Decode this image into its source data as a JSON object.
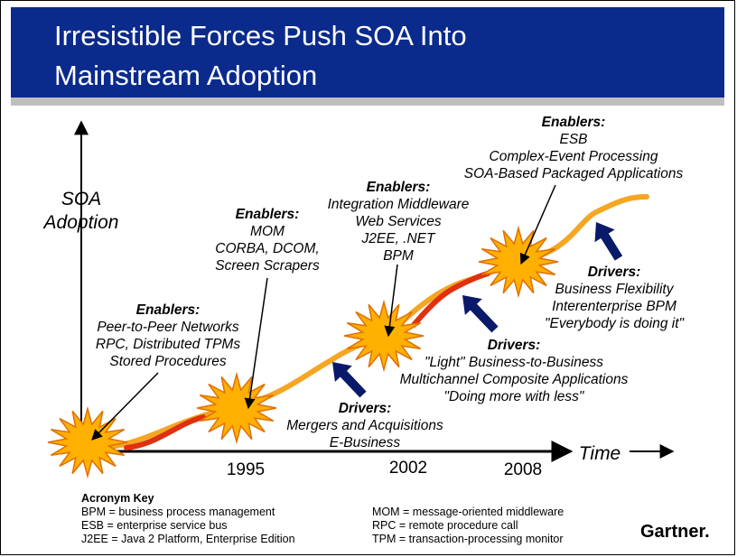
{
  "title": {
    "line1": "Irresistible Forces Push SOA Into",
    "line2": "Mainstream Adoption"
  },
  "axes": {
    "y_label_line1": "SOA",
    "y_label_line2": "Adoption",
    "x_label": "Time"
  },
  "years": [
    "1995",
    "2002",
    "2008"
  ],
  "enablers": [
    {
      "heading": "Enablers:",
      "lines": [
        "Peer-to-Peer Networks",
        "RPC, Distributed TPMs",
        "Stored Procedures"
      ]
    },
    {
      "heading": "Enablers:",
      "lines": [
        "MOM",
        "CORBA, DCOM,",
        "Screen Scrapers"
      ]
    },
    {
      "heading": "Enablers:",
      "lines": [
        "Integration Middleware",
        "Web Services",
        "J2EE, .NET",
        "BPM"
      ]
    },
    {
      "heading": "Enablers:",
      "lines": [
        "ESB",
        "Complex-Event Processing",
        "SOA-Based Packaged Applications"
      ]
    }
  ],
  "drivers": [
    {
      "heading": "Drivers:",
      "lines": [
        "Mergers and Acquisitions",
        "E-Business"
      ]
    },
    {
      "heading": "Drivers:",
      "lines": [
        "\"Light\" Business-to-Business",
        "Multichannel Composite Applications",
        "\"Doing more with less\""
      ]
    },
    {
      "heading": "Drivers:",
      "lines": [
        "Business Flexibility",
        "Interenterprise BPM",
        "\"Everybody is doing it\""
      ]
    }
  ],
  "acronym_key": {
    "title": "Acronym Key",
    "left": [
      "BPM = business process management",
      "ESB = enterprise service bus",
      "J2EE = Java 2 Platform, Enterprise Edition"
    ],
    "right": [
      "MOM = message-oriented middleware",
      "RPC = remote procedure call",
      "TPM = transaction-processing monitor"
    ]
  },
  "logo": "Gartner.",
  "colors": {
    "header": "#0a2a8c",
    "curve_orange": "#f5a623",
    "curve_red": "#e03010",
    "burst_fill": "#ffb000",
    "burst_stroke": "#e07000",
    "arrow_navy": "#0a1a6a"
  }
}
